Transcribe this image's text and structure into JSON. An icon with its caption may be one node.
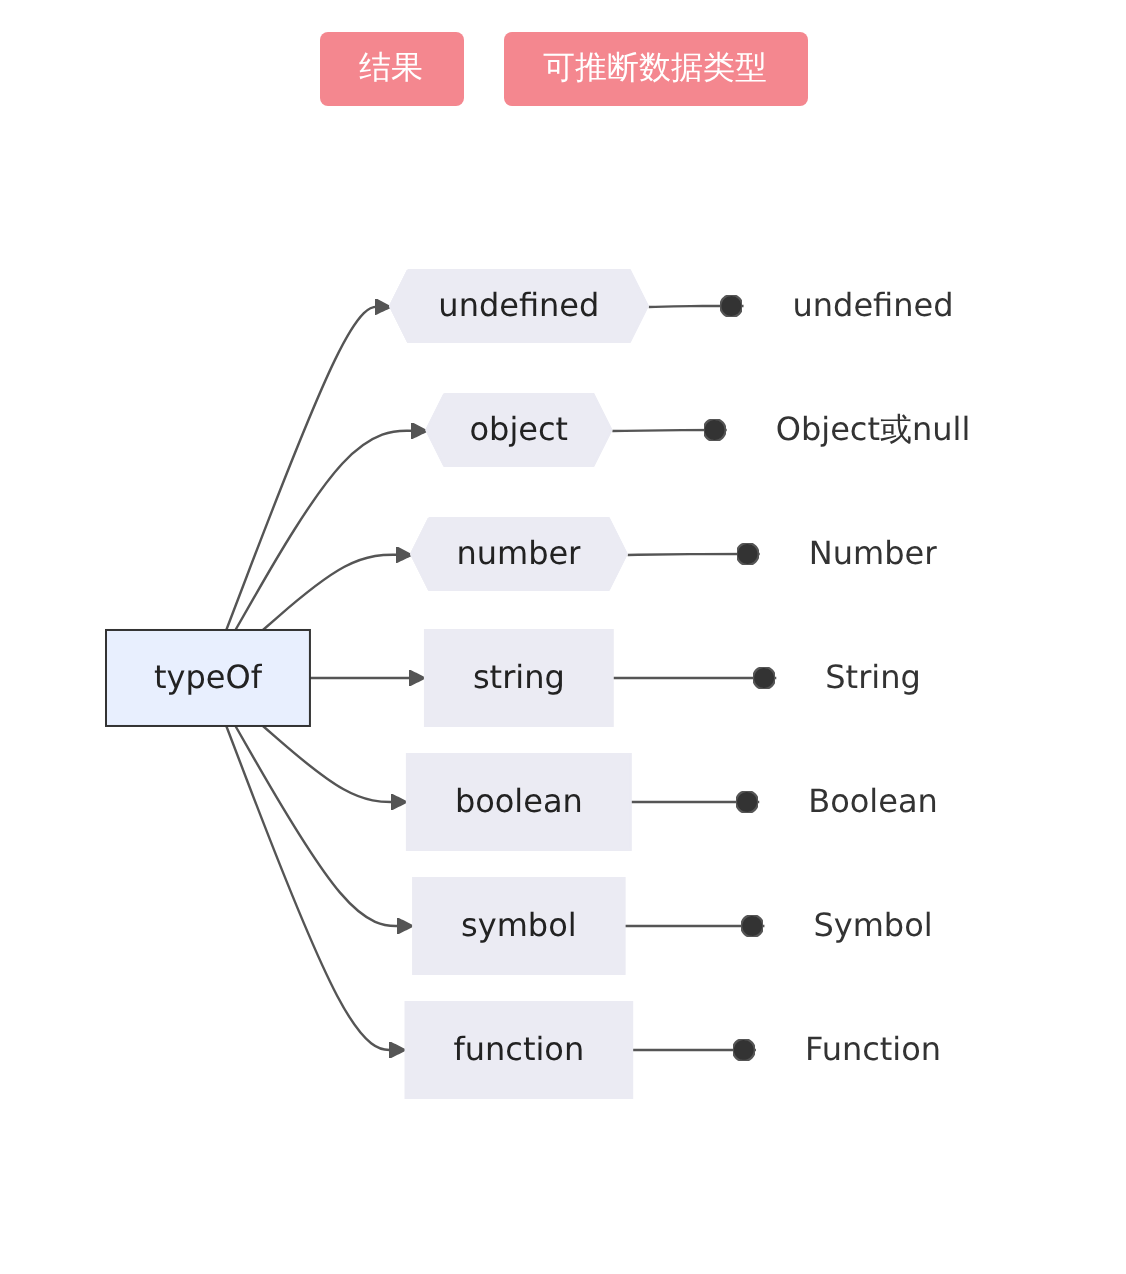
{
  "diagram": {
    "nodes": [
      {
        "text": [
          "typeOf"
        ]
      },
      {
        "text": [
          "undefined"
        ]
      },
      {
        "text": [
          "object"
        ]
      },
      {
        "text": [
          "number"
        ]
      },
      {
        "text": [
          "string"
        ]
      },
      {
        "text": [
          "boolean"
        ]
      },
      {
        "text": [
          "symbol"
        ]
      },
      {
        "text": [
          "function"
        ]
      },
      {
        "text": [
          "undefined"
        ]
      },
      {
        "text": [
          "Object或null"
        ]
      },
      {
        "text": [
          "Number"
        ]
      },
      {
        "text": [
          "String"
        ]
      },
      {
        "text": [
          "Boolean"
        ]
      },
      {
        "text": [
          "Symbol"
        ]
      },
      {
        "text": [
          "Function"
        ]
      }
    ],
    "edges": [
      {
        "from": 0,
        "to": 1,
        "arrow": "to"
      },
      {
        "from": 0,
        "to": 2,
        "arrow": "to"
      },
      {
        "from": 0,
        "to": 3,
        "arrow": "to"
      },
      {
        "from": 0,
        "to": 4,
        "arrow": "to"
      },
      {
        "from": 0,
        "to": 5,
        "arrow": "to"
      },
      {
        "from": 0,
        "to": 6,
        "arrow": "to"
      },
      {
        "from": 0,
        "to": 7,
        "arrow": "to"
      },
      {
        "from": 1,
        "to": 8,
        "arrow": "other"
      },
      {
        "from": 2,
        "to": 9,
        "arrow": "other"
      },
      {
        "from": 3,
        "to": 10,
        "arrow": "other"
      },
      {
        "from": 4,
        "to": 11,
        "arrow": "other"
      },
      {
        "from": 5,
        "to": 12,
        "arrow": "other"
      },
      {
        "from": 6,
        "to": 13,
        "arrow": "other"
      },
      {
        "from": 7,
        "to": 14,
        "arrow": "other"
      }
    ],
    "legend": [
      {
        "text": "结果",
        "color": "#f4878f"
      },
      {
        "text": "可推断数据类型",
        "color": "#f4878f"
      }
    ]
  }
}
